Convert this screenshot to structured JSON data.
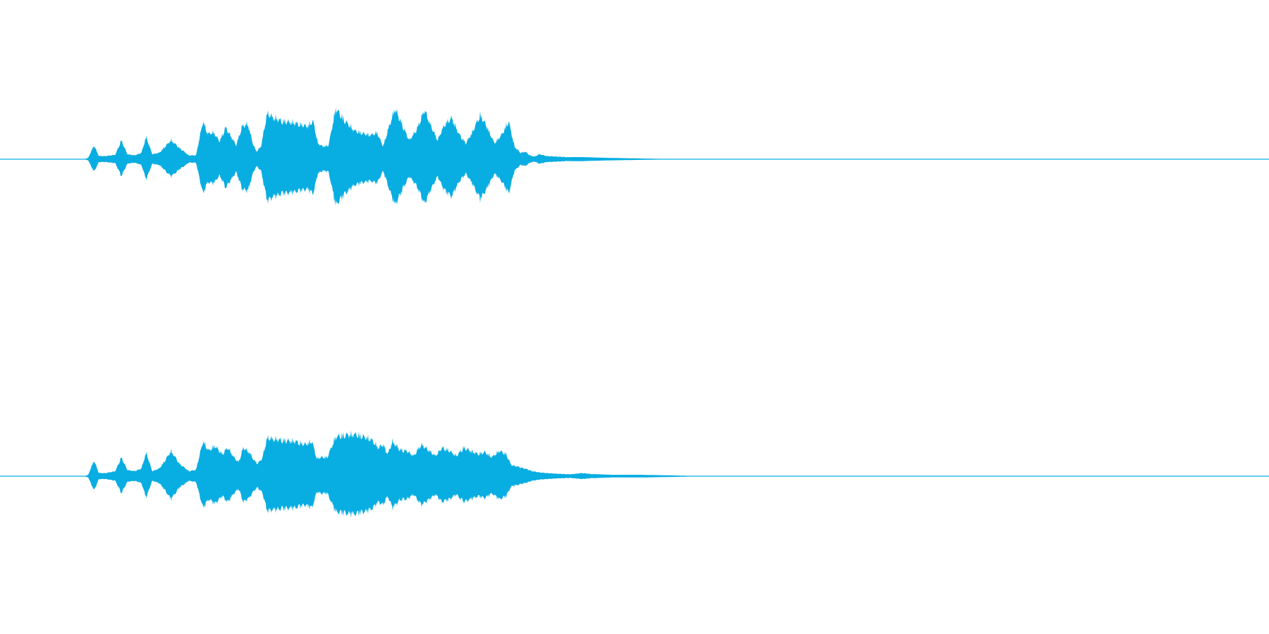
{
  "waveform": {
    "color": "#08ade2",
    "channels": [
      {
        "name": "left",
        "envelope": [
          [
            0.0,
            0.0
          ],
          [
            0.003,
            0.02
          ],
          [
            0.008,
            0.22
          ],
          [
            0.012,
            0.05
          ],
          [
            0.018,
            0.05
          ],
          [
            0.026,
            0.07
          ],
          [
            0.031,
            0.3
          ],
          [
            0.036,
            0.08
          ],
          [
            0.042,
            0.06
          ],
          [
            0.048,
            0.1
          ],
          [
            0.052,
            0.36
          ],
          [
            0.057,
            0.08
          ],
          [
            0.063,
            0.1
          ],
          [
            0.068,
            0.2
          ],
          [
            0.073,
            0.3
          ],
          [
            0.08,
            0.18
          ],
          [
            0.088,
            0.06
          ],
          [
            0.094,
            0.06
          ],
          [
            0.1,
            0.6
          ],
          [
            0.104,
            0.4
          ],
          [
            0.109,
            0.42
          ],
          [
            0.114,
            0.28
          ],
          [
            0.119,
            0.5
          ],
          [
            0.123,
            0.38
          ],
          [
            0.128,
            0.22
          ],
          [
            0.133,
            0.52
          ],
          [
            0.138,
            0.55
          ],
          [
            0.142,
            0.25
          ],
          [
            0.145,
            0.12
          ],
          [
            0.149,
            0.2
          ],
          [
            0.154,
            0.72
          ],
          [
            0.16,
            0.65
          ],
          [
            0.167,
            0.6
          ],
          [
            0.175,
            0.58
          ],
          [
            0.182,
            0.55
          ],
          [
            0.188,
            0.52
          ],
          [
            0.193,
            0.6
          ],
          [
            0.197,
            0.25
          ],
          [
            0.201,
            0.2
          ],
          [
            0.206,
            0.22
          ],
          [
            0.212,
            0.8
          ],
          [
            0.22,
            0.6
          ],
          [
            0.228,
            0.45
          ],
          [
            0.236,
            0.4
          ],
          [
            0.242,
            0.38
          ],
          [
            0.247,
            0.42
          ],
          [
            0.252,
            0.2
          ],
          [
            0.256,
            0.45
          ],
          [
            0.262,
            0.8
          ],
          [
            0.268,
            0.55
          ],
          [
            0.274,
            0.3
          ],
          [
            0.28,
            0.45
          ],
          [
            0.287,
            0.78
          ],
          [
            0.293,
            0.5
          ],
          [
            0.298,
            0.3
          ],
          [
            0.304,
            0.55
          ],
          [
            0.31,
            0.65
          ],
          [
            0.316,
            0.4
          ],
          [
            0.322,
            0.25
          ],
          [
            0.328,
            0.45
          ],
          [
            0.334,
            0.7
          ],
          [
            0.34,
            0.5
          ],
          [
            0.346,
            0.25
          ],
          [
            0.352,
            0.38
          ],
          [
            0.358,
            0.6
          ],
          [
            0.363,
            0.2
          ],
          [
            0.368,
            0.1
          ],
          [
            0.372,
            0.12
          ],
          [
            0.376,
            0.06
          ],
          [
            0.38,
            0.04
          ],
          [
            0.384,
            0.08
          ],
          [
            0.39,
            0.05
          ],
          [
            0.4,
            0.04
          ],
          [
            0.41,
            0.03
          ],
          [
            0.42,
            0.03
          ],
          [
            0.44,
            0.02
          ],
          [
            0.47,
            0.01
          ],
          [
            0.5,
            0.0
          ]
        ]
      },
      {
        "name": "right",
        "envelope": [
          [
            0.0,
            0.0
          ],
          [
            0.003,
            0.02
          ],
          [
            0.008,
            0.25
          ],
          [
            0.012,
            0.05
          ],
          [
            0.018,
            0.05
          ],
          [
            0.026,
            0.08
          ],
          [
            0.031,
            0.3
          ],
          [
            0.036,
            0.1
          ],
          [
            0.042,
            0.08
          ],
          [
            0.048,
            0.12
          ],
          [
            0.052,
            0.38
          ],
          [
            0.057,
            0.08
          ],
          [
            0.063,
            0.12
          ],
          [
            0.068,
            0.25
          ],
          [
            0.073,
            0.4
          ],
          [
            0.08,
            0.2
          ],
          [
            0.088,
            0.08
          ],
          [
            0.094,
            0.1
          ],
          [
            0.1,
            0.55
          ],
          [
            0.105,
            0.4
          ],
          [
            0.11,
            0.48
          ],
          [
            0.116,
            0.35
          ],
          [
            0.121,
            0.45
          ],
          [
            0.126,
            0.3
          ],
          [
            0.13,
            0.22
          ],
          [
            0.134,
            0.45
          ],
          [
            0.139,
            0.38
          ],
          [
            0.143,
            0.25
          ],
          [
            0.146,
            0.2
          ],
          [
            0.15,
            0.28
          ],
          [
            0.154,
            0.6
          ],
          [
            0.162,
            0.58
          ],
          [
            0.17,
            0.56
          ],
          [
            0.178,
            0.55
          ],
          [
            0.186,
            0.5
          ],
          [
            0.192,
            0.55
          ],
          [
            0.196,
            0.28
          ],
          [
            0.2,
            0.3
          ],
          [
            0.205,
            0.3
          ],
          [
            0.212,
            0.62
          ],
          [
            0.22,
            0.65
          ],
          [
            0.228,
            0.66
          ],
          [
            0.236,
            0.62
          ],
          [
            0.242,
            0.58
          ],
          [
            0.248,
            0.45
          ],
          [
            0.252,
            0.5
          ],
          [
            0.256,
            0.35
          ],
          [
            0.26,
            0.55
          ],
          [
            0.266,
            0.42
          ],
          [
            0.272,
            0.4
          ],
          [
            0.278,
            0.32
          ],
          [
            0.284,
            0.5
          ],
          [
            0.29,
            0.42
          ],
          [
            0.296,
            0.32
          ],
          [
            0.302,
            0.45
          ],
          [
            0.308,
            0.4
          ],
          [
            0.314,
            0.32
          ],
          [
            0.32,
            0.45
          ],
          [
            0.326,
            0.4
          ],
          [
            0.332,
            0.35
          ],
          [
            0.338,
            0.38
          ],
          [
            0.344,
            0.3
          ],
          [
            0.35,
            0.4
          ],
          [
            0.356,
            0.35
          ],
          [
            0.36,
            0.18
          ],
          [
            0.366,
            0.15
          ],
          [
            0.372,
            0.12
          ],
          [
            0.378,
            0.08
          ],
          [
            0.384,
            0.06
          ],
          [
            0.39,
            0.05
          ],
          [
            0.398,
            0.04
          ],
          [
            0.41,
            0.03
          ],
          [
            0.42,
            0.05
          ],
          [
            0.43,
            0.03
          ],
          [
            0.445,
            0.02
          ],
          [
            0.47,
            0.02
          ],
          [
            0.5,
            0.01
          ],
          [
            0.52,
            0.0
          ]
        ]
      }
    ]
  }
}
